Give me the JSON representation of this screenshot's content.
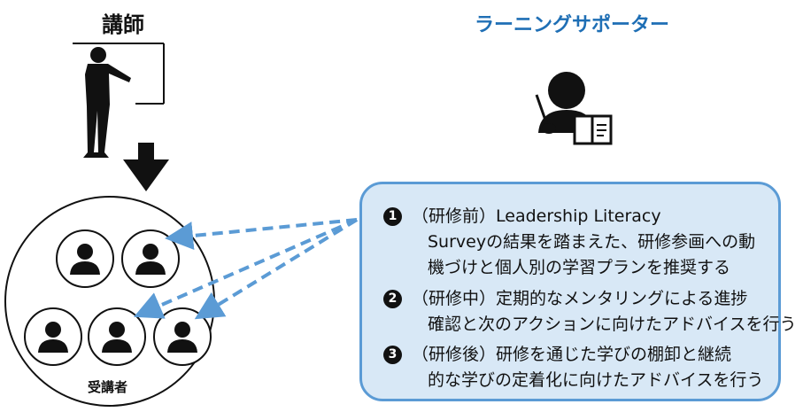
{
  "instructor": {
    "label": "講師"
  },
  "supporter": {
    "label": "ラーニングサポーター"
  },
  "learners": {
    "label": "受講者"
  },
  "info_box": {
    "items": [
      {
        "number": "1",
        "lines": [
          "（研修前）Leadership Literacy",
          "Surveyの結果を踏まえた、研修参画への動",
          "機づけと個人別の学習プランを推奨する"
        ]
      },
      {
        "number": "2",
        "lines": [
          "（研修中）定期的なメンタリングによる進捗",
          "確認と次のアクションに向けたアドバイスを行う"
        ]
      },
      {
        "number": "3",
        "lines": [
          "（研修後）研修を通じた学びの棚卸と継続",
          "的な学びの定着化に向けたアドバイスを行う"
        ]
      }
    ]
  },
  "colors": {
    "accent": "#1f6fb5",
    "box_fill": "#d8e8f6",
    "box_border": "#5b9bd5",
    "arrow_dash": "#5b9bd5"
  },
  "icons": [
    "presenter-icon",
    "down-arrow-icon",
    "learner-icon",
    "supporter-icon",
    "book-icon"
  ]
}
